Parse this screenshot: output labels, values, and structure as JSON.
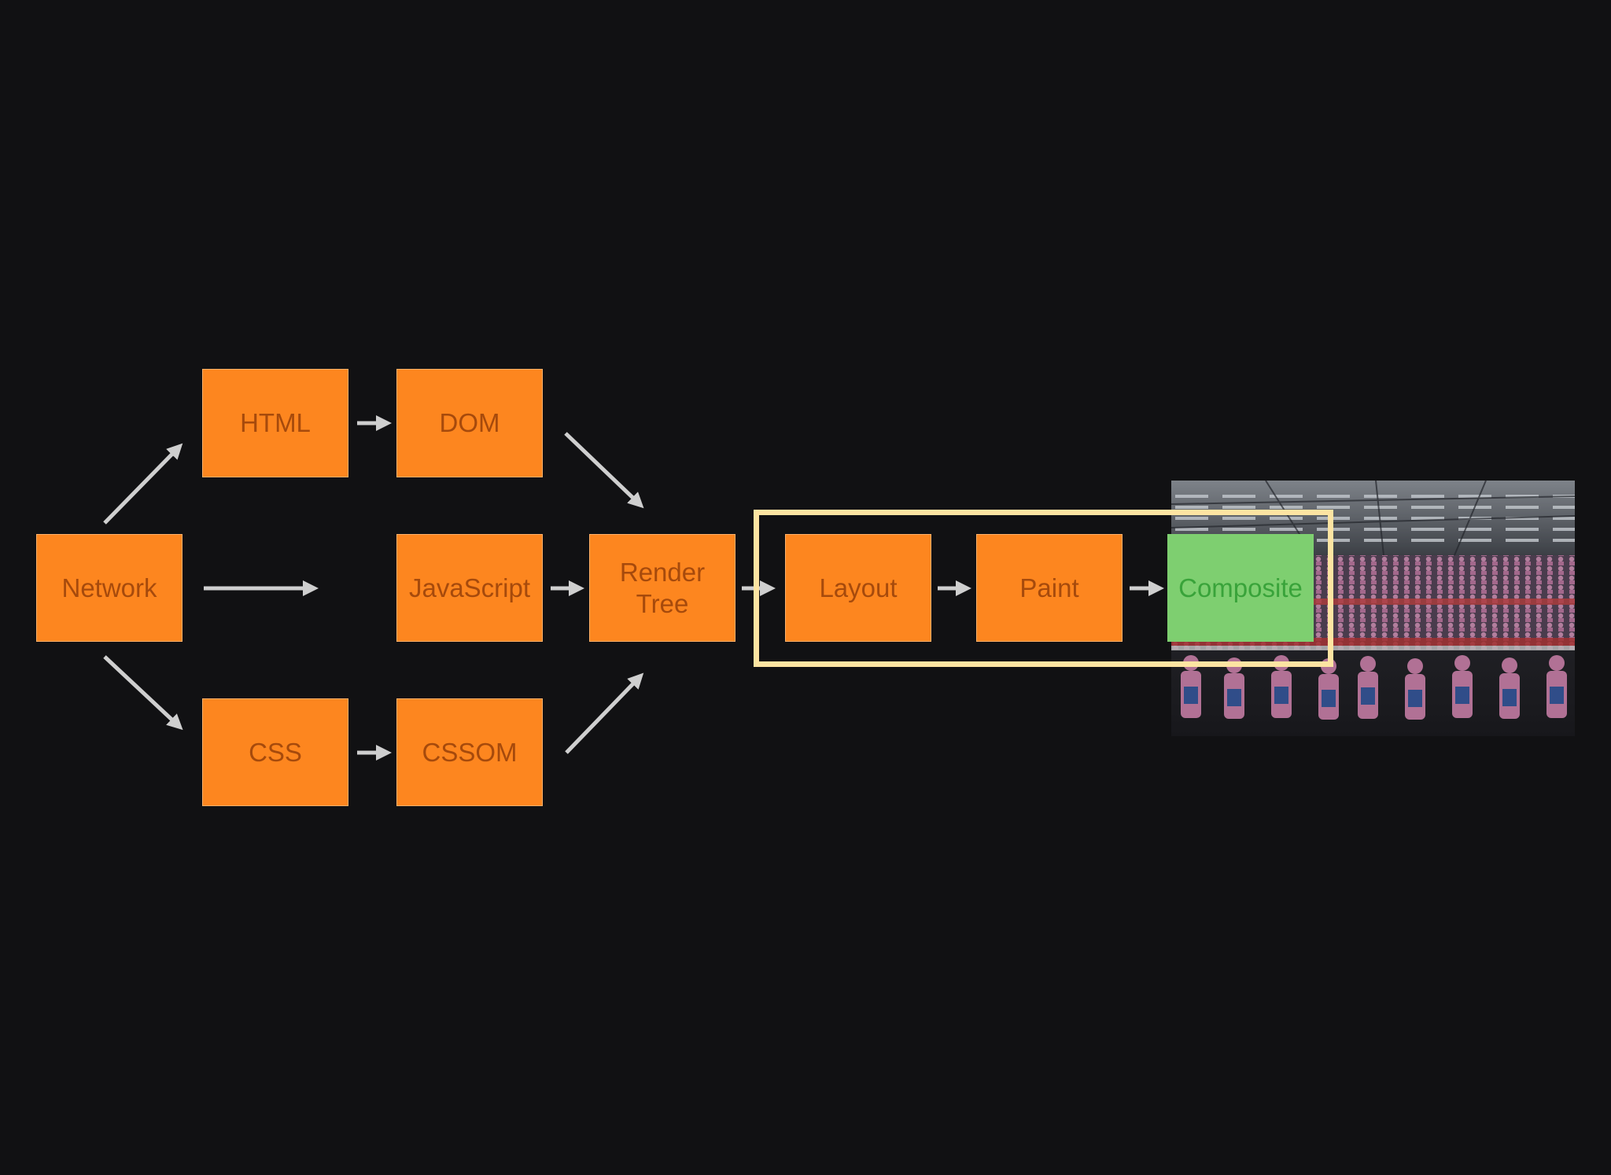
{
  "colors": {
    "background": "#111113",
    "stage_fill": "#fd861f",
    "stage_text": "#a64a0c",
    "composite_fill": "#7ecf70",
    "composite_text": "#39a33a",
    "highlight_border": "#fde4a2",
    "arrow": "#cfcfcf"
  },
  "nodes": {
    "network": "Network",
    "html": "HTML",
    "dom": "DOM",
    "javascript": "JavaScript",
    "render_tree": "Render\nTree",
    "css": "CSS",
    "cssom": "CSSOM",
    "layout": "Layout",
    "paint": "Paint",
    "composite": "Composite"
  },
  "photo": {
    "subject": "factory assembly line with workers in pink uniforms"
  }
}
